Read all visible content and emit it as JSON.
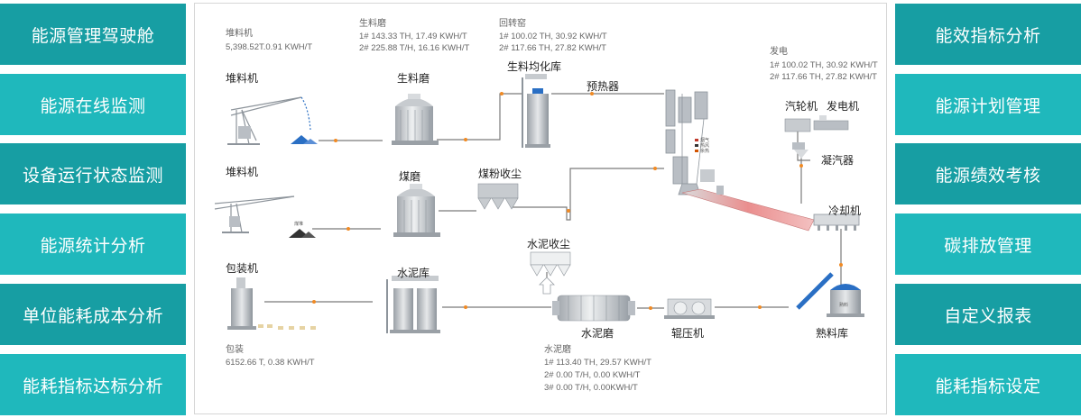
{
  "left_nav": [
    {
      "label": "能源管理驾驶舱"
    },
    {
      "label": "能源在线监测"
    },
    {
      "label": "设备运行状态监测"
    },
    {
      "label": "能源统计分析"
    },
    {
      "label": "单位能耗成本分析"
    },
    {
      "label": "能耗指标达标分析"
    }
  ],
  "right_nav": [
    {
      "label": "能效指标分析"
    },
    {
      "label": "能源计划管理"
    },
    {
      "label": "能源绩效考核"
    },
    {
      "label": "碳排放管理"
    },
    {
      "label": "自定义报表"
    },
    {
      "label": "能耗指标设定"
    }
  ],
  "diagram": {
    "labels": {
      "stacker1": "堆料机",
      "raw_mill": "生料磨",
      "raw_silo": "生料均化库",
      "preheater": "预热器",
      "turbine": "汽轮机",
      "generator": "发电机",
      "condenser": "凝汽器",
      "stacker2": "堆料机",
      "coal_mill": "煤磨",
      "coal_dust": "煤粉收尘",
      "cooler": "冷却机",
      "packer": "包装机",
      "cement_silo": "水泥库",
      "cement_dust": "水泥收尘",
      "cement_mill": "水泥磨",
      "roller_press": "辊压机",
      "clinker_silo": "熟料库",
      "tiny_coal": "煤堆",
      "tiny_clinker": "熟料",
      "tiny_kiln_1": "烟气",
      "tiny_kiln_2": "热风",
      "tiny_kiln_3": "余热"
    },
    "stats": {
      "stacker": {
        "title": "堆料机",
        "lines": [
          "5,398.52T.0.91 KWH/T"
        ]
      },
      "raw_mill": {
        "title": "生料磨",
        "lines": [
          "1# 143.33 TH, 17.49 KWH/T",
          "2# 225.88 T/H, 16.16 KWH/T"
        ]
      },
      "kiln": {
        "title": "回转窑",
        "lines": [
          "1# 100.02 TH, 30.92 KWH/T",
          "2# 117.66 TH, 27.82 KWH/T"
        ]
      },
      "power": {
        "title": "发电",
        "lines": [
          "1# 100.02 TH, 30.92 KWH/T",
          "2# 117.66 TH, 27.82 KWH/T"
        ]
      },
      "packing": {
        "title": "包装",
        "lines": [
          "6152.66 T, 0.38 KWH/T"
        ]
      },
      "cement_mill": {
        "title": "水泥磨",
        "lines": [
          "1# 113.40 TH, 29.57 KWH/T",
          "2# 0.00 T/H, 0.00 KWH/T",
          "3# 0.00 T/H, 0.00KWH/T"
        ]
      }
    },
    "colors": {
      "pipe": "#7a7a7a",
      "flow_dot": "#f08a24",
      "equipment": "#b9bec4",
      "accent_blue": "#2a6fc4",
      "kiln_hot": "#e98a8a"
    }
  }
}
